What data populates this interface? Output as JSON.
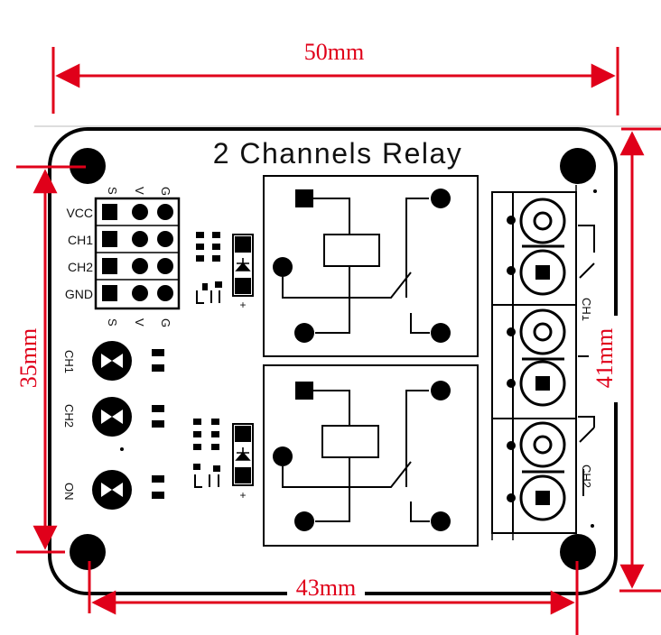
{
  "board": {
    "title": "2 Channels Relay",
    "header_pins": {
      "column_labels": [
        "S",
        "V",
        "G"
      ],
      "rows": [
        "VCC",
        "CH1",
        "CH2",
        "GND"
      ]
    },
    "leds": [
      "CH1",
      "CH2",
      "ON"
    ],
    "terminal_labels": [
      "CH1",
      "CH2"
    ],
    "cap_polarity": "+"
  },
  "dimensions": {
    "width_outer": "50mm",
    "height_outer": "41mm",
    "height_inner": "35mm",
    "width_inner": "43mm"
  },
  "colors": {
    "dimension": "#e0001a",
    "silkscreen": "#111111",
    "board": "#ffffff"
  }
}
